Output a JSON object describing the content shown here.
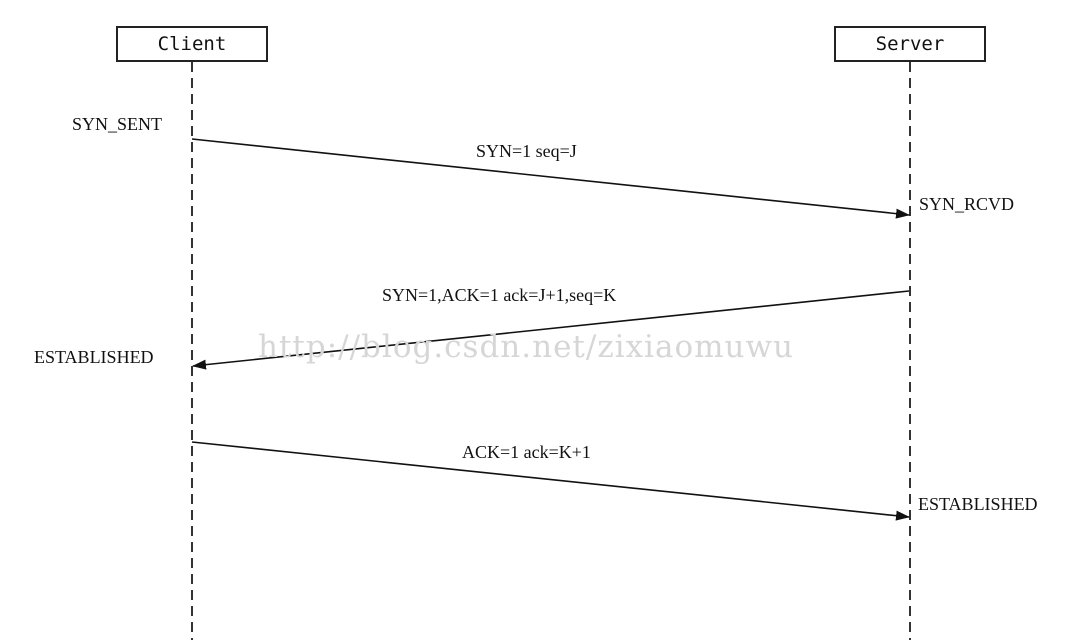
{
  "participants": {
    "client": "Client",
    "server": "Server"
  },
  "states": {
    "client_syn_sent": "SYN_SENT",
    "server_syn_rcvd": "SYN_RCVD",
    "client_established": "ESTABLISHED",
    "server_established": "ESTABLISHED"
  },
  "messages": [
    {
      "label": "SYN=1 seq=J",
      "from": "client",
      "to": "server"
    },
    {
      "label": "SYN=1,ACK=1 ack=J+1,seq=K",
      "from": "server",
      "to": "client"
    },
    {
      "label": "ACK=1 ack=K+1",
      "from": "client",
      "to": "server"
    }
  ],
  "watermark": "http://blog.csdn.net/zixiaomuwu",
  "colors": {
    "line": "#111111",
    "watermark": "#d6d6d6"
  }
}
